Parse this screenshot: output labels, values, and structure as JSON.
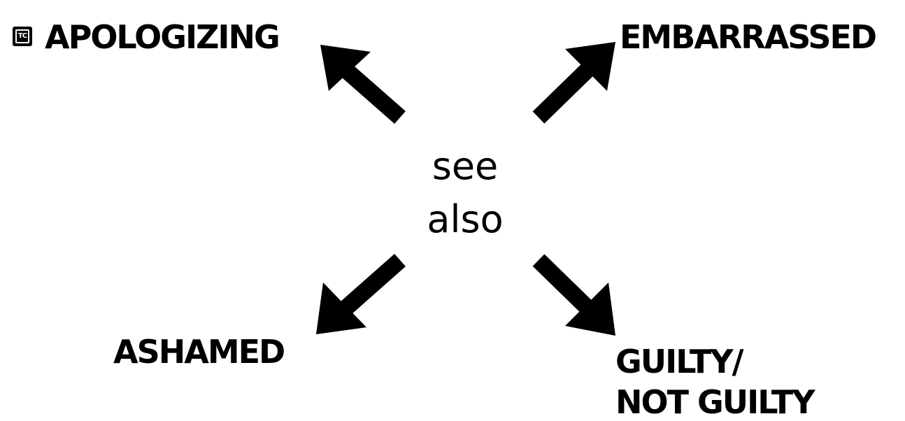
{
  "center": {
    "line1": "see",
    "line2": "also"
  },
  "terms": {
    "apologizing": "APOLOGIZING",
    "embarrassed": "EMBARRASSED",
    "ashamed": "ASHAMED",
    "guilty": "GUILTY/",
    "not_guilty": "NOT GUILTY"
  },
  "badge": {
    "text": "TC"
  },
  "colors": {
    "ink": "#000000",
    "background": "#ffffff"
  },
  "icons": [
    "arrow-up-left-icon",
    "arrow-up-right-icon",
    "arrow-down-left-icon",
    "arrow-down-right-icon",
    "tc-badge-icon"
  ]
}
